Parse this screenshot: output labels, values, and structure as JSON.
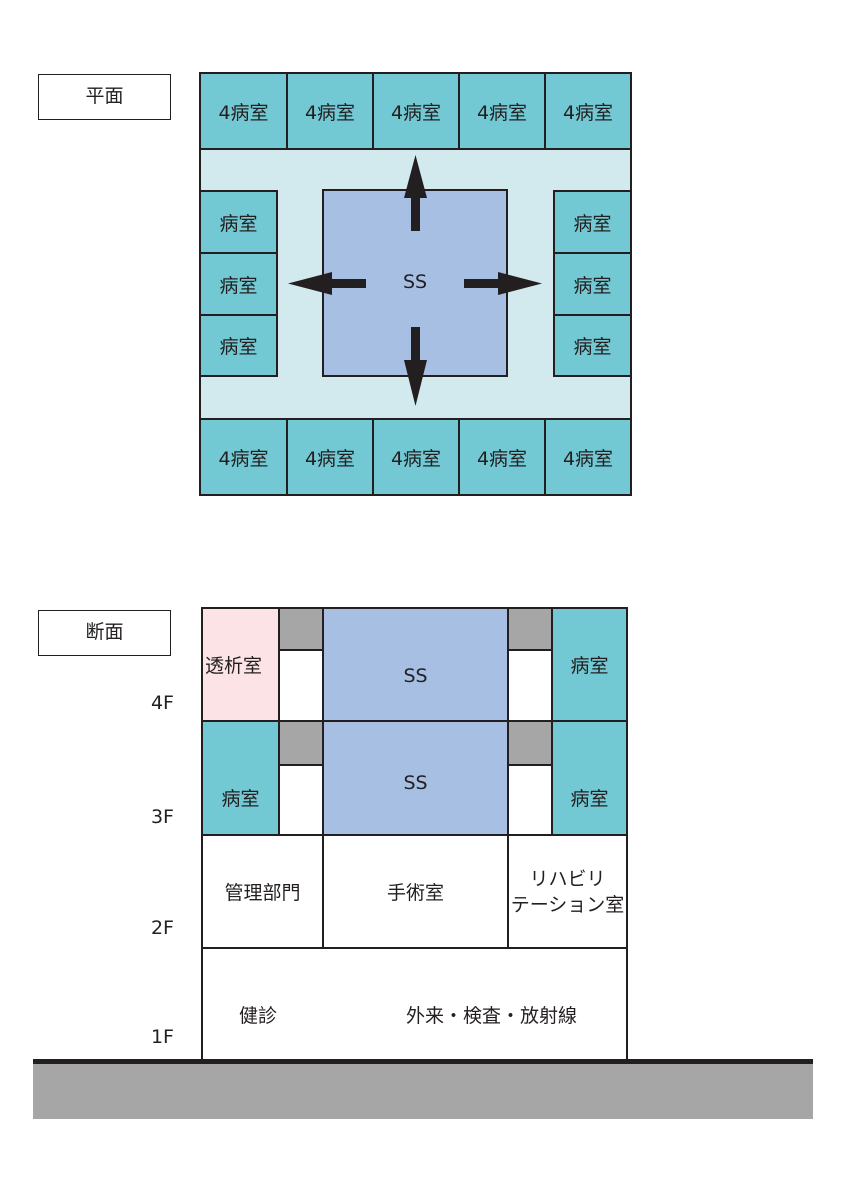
{
  "plan": {
    "label": "平面",
    "top_rooms": [
      "4病室",
      "4病室",
      "4病室",
      "4病室",
      "4病室"
    ],
    "bottom_rooms": [
      "4病室",
      "4病室",
      "4病室",
      "4病室",
      "4病室"
    ],
    "left_rooms": [
      "病室",
      "病室",
      "病室"
    ],
    "right_rooms": [
      "病室",
      "病室",
      "病室"
    ],
    "center": "SS"
  },
  "section": {
    "label": "断面",
    "floors": [
      "4F",
      "3F",
      "2F",
      "1F"
    ],
    "f4": {
      "left": "透析室",
      "center": "SS",
      "right": "病室"
    },
    "f3": {
      "left": "病室",
      "center": "SS",
      "right": "病室"
    },
    "f2": {
      "left": "管理部門",
      "center": "手術室",
      "right_line1": "リハビリ",
      "right_line2": "テーション室"
    },
    "f1": {
      "left": "健診",
      "right": "外来・検査・放射線"
    }
  },
  "colors": {
    "ward": "#72c8d3",
    "corridor": "#d2eaee",
    "staff_station": "#a6bfe3",
    "dialysis": "#fbe3e6",
    "core": "#a6a6a7",
    "ground": "#a6a6a7"
  }
}
